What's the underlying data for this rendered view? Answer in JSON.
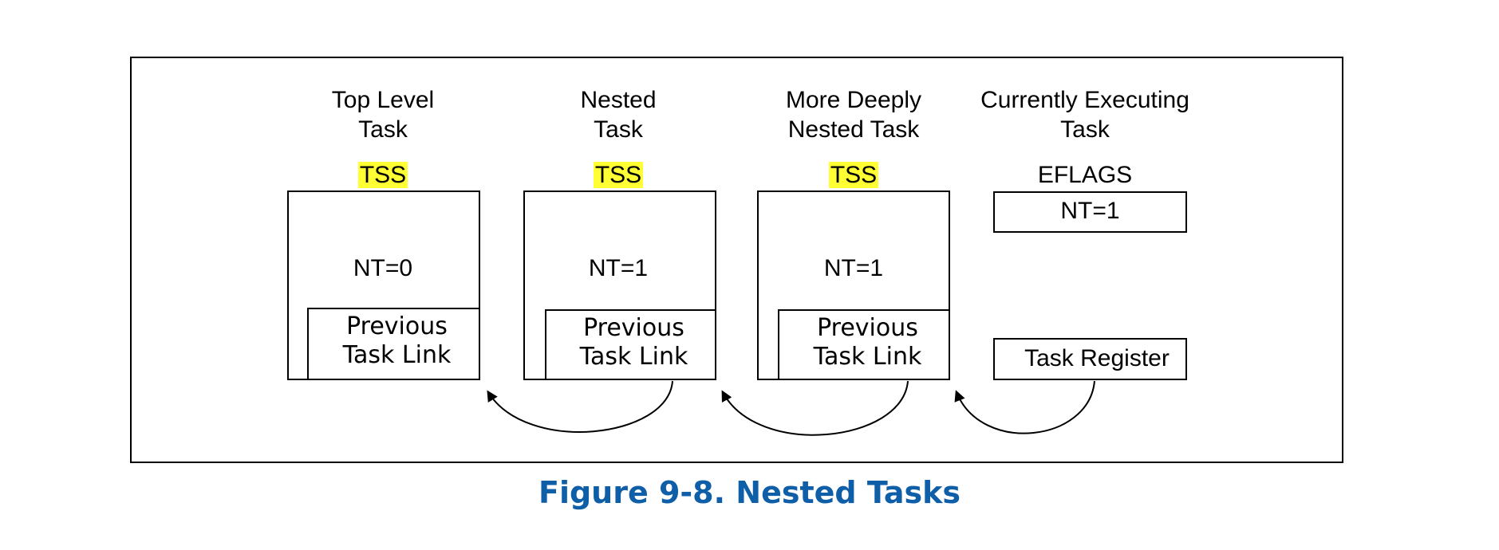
{
  "columns": [
    {
      "title_line1": "Top Level",
      "title_line2": "Task",
      "box_label": "TSS",
      "nt": "NT=0",
      "link_line1": "Previous",
      "link_line2": "Task Link"
    },
    {
      "title_line1": "Nested",
      "title_line2": "Task",
      "box_label": "TSS",
      "nt": "NT=1",
      "link_line1": "Previous",
      "link_line2": "Task Link"
    },
    {
      "title_line1": "More Deeply",
      "title_line2": "Nested Task",
      "box_label": "TSS",
      "nt": "NT=1",
      "link_line1": "Previous",
      "link_line2": "Task Link"
    }
  ],
  "current": {
    "title_line1": "Currently Executing",
    "title_line2": "Task",
    "eflags_label": "EFLAGS",
    "nt": "NT=1",
    "task_register": "Task Register"
  },
  "caption": "Figure 9-8.  Nested Tasks",
  "colors": {
    "highlight": "#ffff33",
    "caption": "#0f5ea8",
    "line": "#000000"
  }
}
